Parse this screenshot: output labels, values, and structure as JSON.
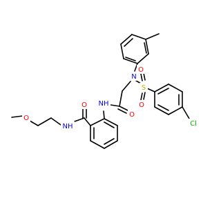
{
  "atoms": {
    "n_sulfonamide": {
      "text": "N",
      "color": "#0000ff"
    },
    "s_sulfonyl": {
      "text": "S",
      "color": "#c8b400"
    },
    "o_sulfonyl_top": {
      "text": "O",
      "color": "#ff0000"
    },
    "o_sulfonyl_bottom": {
      "text": "O",
      "color": "#ff0000"
    },
    "cl": {
      "text": "Cl",
      "color": "#00b400"
    },
    "nh_amide": {
      "text": "NH",
      "color": "#0000ff"
    },
    "o_acetamide": {
      "text": "O",
      "color": "#ff0000"
    },
    "o_benzamide": {
      "text": "O",
      "color": "#ff0000"
    },
    "nh_benzamide": {
      "text": "NH",
      "color": "#0000ff"
    },
    "o_methoxy": {
      "text": "O",
      "color": "#ff0000"
    }
  }
}
